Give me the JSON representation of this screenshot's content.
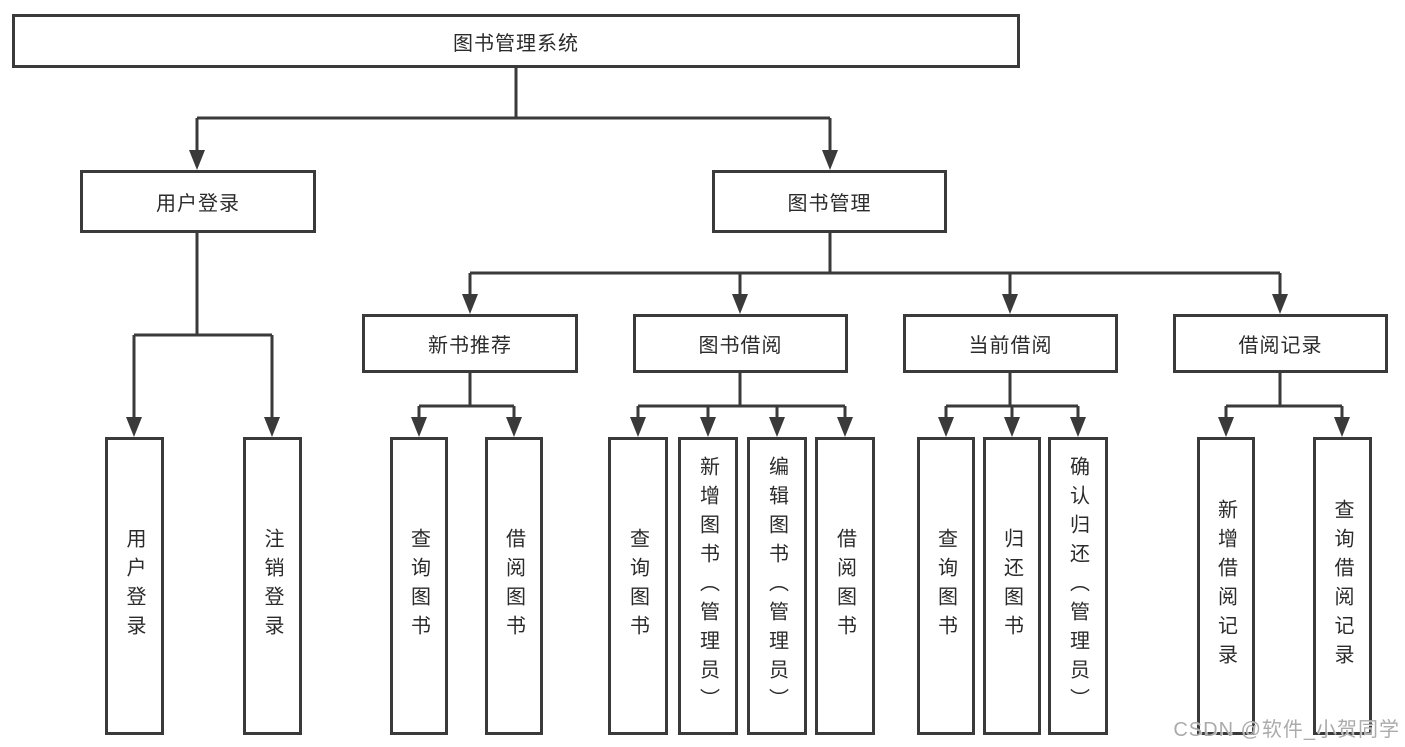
{
  "diagram": {
    "title": "图书管理系统",
    "tree": {
      "root": {
        "label": "图书管理系统",
        "children": [
          {
            "label": "用户登录",
            "children": [
              {
                "label": "用户登录"
              },
              {
                "label": "注销登录"
              }
            ]
          },
          {
            "label": "图书管理",
            "children": [
              {
                "label": "新书推荐",
                "children": [
                  {
                    "label": "查询图书"
                  },
                  {
                    "label": "借阅图书"
                  }
                ]
              },
              {
                "label": "图书借阅",
                "children": [
                  {
                    "label": "查询图书"
                  },
                  {
                    "label": "新增图书（管理员）"
                  },
                  {
                    "label": "编辑图书（管理员）"
                  },
                  {
                    "label": "借阅图书"
                  }
                ]
              },
              {
                "label": "当前借阅",
                "children": [
                  {
                    "label": "查询图书"
                  },
                  {
                    "label": "归还图书"
                  },
                  {
                    "label": "确认归还（管理员）"
                  }
                ]
              },
              {
                "label": "借阅记录",
                "children": [
                  {
                    "label": "新增借阅记录"
                  },
                  {
                    "label": "查询借阅记录"
                  }
                ]
              }
            ]
          }
        ]
      }
    },
    "colors": {
      "line": "#3a3a3a",
      "text": "#2b2b2b",
      "background": "#ffffff",
      "watermark": "#ababab"
    }
  },
  "watermark": {
    "text": "CSDN @软件_小贺同学"
  }
}
